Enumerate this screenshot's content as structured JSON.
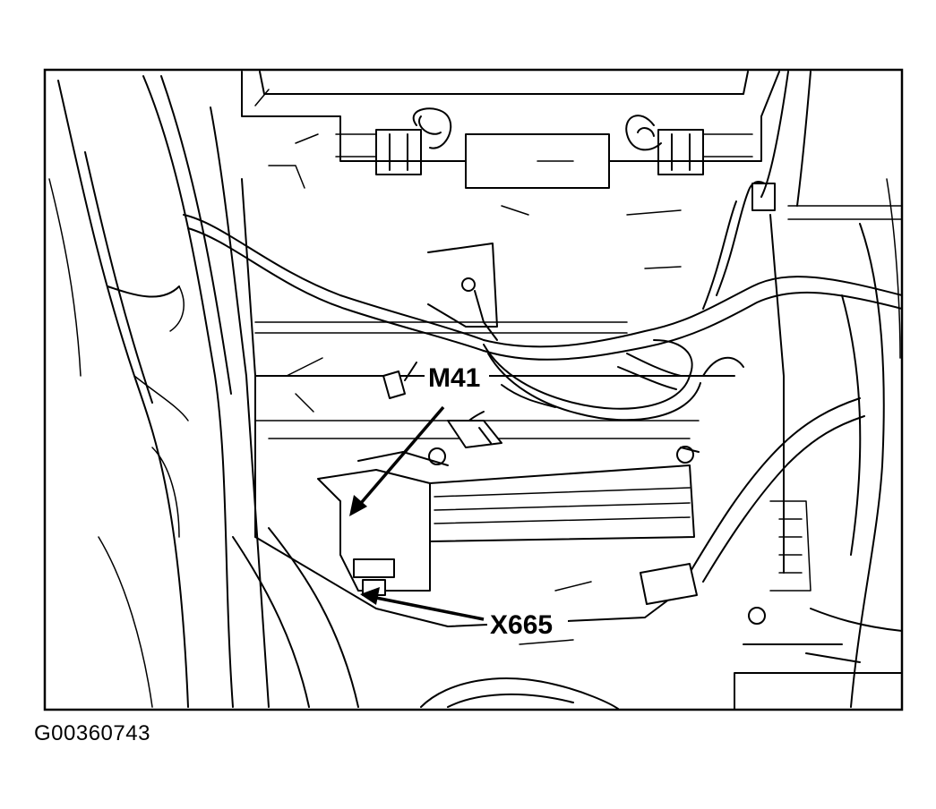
{
  "figure_id": "G00360743",
  "callouts": {
    "m41": "M41",
    "x665": "X665"
  }
}
